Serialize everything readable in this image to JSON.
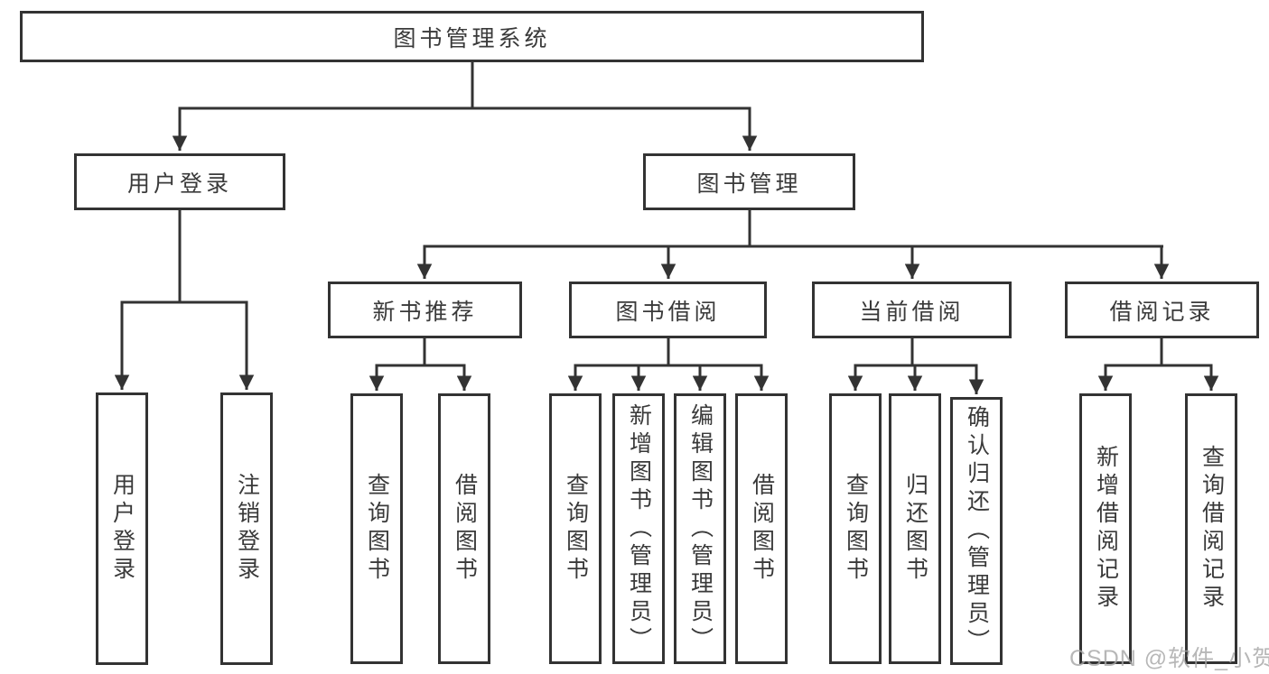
{
  "diagram": {
    "root": {
      "label": "图书管理系统"
    },
    "branches": [
      {
        "label": "用户登录",
        "children": [
          {
            "label": "用户登录"
          },
          {
            "label": "注销登录"
          }
        ]
      },
      {
        "label": "图书管理",
        "children": [
          {
            "label": "新书推荐",
            "children": [
              {
                "label": "查询图书"
              },
              {
                "label": "借阅图书"
              }
            ]
          },
          {
            "label": "图书借阅",
            "children": [
              {
                "label": "查询图书"
              },
              {
                "label": "新增图书（管理员）"
              },
              {
                "label": "编辑图书（管理员）"
              },
              {
                "label": "借阅图书"
              }
            ]
          },
          {
            "label": "当前借阅",
            "children": [
              {
                "label": "查询图书"
              },
              {
                "label": "归还图书"
              },
              {
                "label": "确认归还（管理员）"
              }
            ]
          },
          {
            "label": "借阅记录",
            "children": [
              {
                "label": "新增借阅记录"
              },
              {
                "label": "查询借阅记录"
              }
            ]
          }
        ]
      }
    ]
  },
  "colors": {
    "line": "#333333",
    "text": "#3a3a3a",
    "watermark": "#a6a6a6"
  },
  "watermark": "CSDN @软件_小贺同学"
}
